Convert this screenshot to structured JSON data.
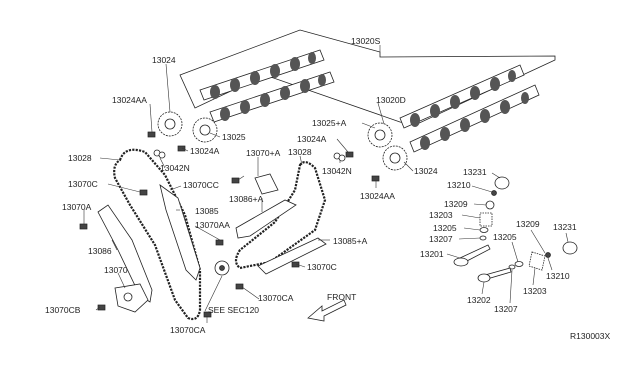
{
  "labels": {
    "l13020S": "13020S",
    "l13024_left": "13024",
    "l13024AA_left": "13024AA",
    "l13025": "13025",
    "l13024A_left": "13024A",
    "l13042N_left": "13042N",
    "l13028_left": "13028",
    "l13070C_left": "13070C",
    "l13070CC": "13070CC",
    "l13070A_top": "13070+A",
    "l13085": "13085",
    "l13070A": "13070A",
    "l13070AA": "13070AA",
    "l13086": "13086",
    "l13070": "13070",
    "l13070CB": "13070CB",
    "lSEE": "SEE SEC120",
    "l13070CA_bottom": "13070CA",
    "l13028_right": "13028",
    "l13086A": "13086+A",
    "l13085A": "13085+A",
    "l13070C_right": "13070C",
    "l13070CA_mid": "13070CA",
    "lFRONT": "FRONT",
    "l13025A": "13025+A",
    "l13024A_right": "13024A",
    "l13020D": "13020D",
    "l13042N_right": "13042N",
    "l13024_right": "13024",
    "l13024AA_right": "13024AA",
    "l13231_a": "13231",
    "l13210_a": "13210",
    "l13209_a": "13209",
    "l13203_a": "13203",
    "l13205_a": "13205",
    "l13207_a": "13207",
    "l13201": "13201",
    "l13209_b": "13209",
    "l13231_b": "13231",
    "l13205_b": "13205",
    "l13210_b": "13210",
    "l13203_b": "13203",
    "l13202": "13202",
    "l13207_b": "13207",
    "ref": "R130003X"
  }
}
